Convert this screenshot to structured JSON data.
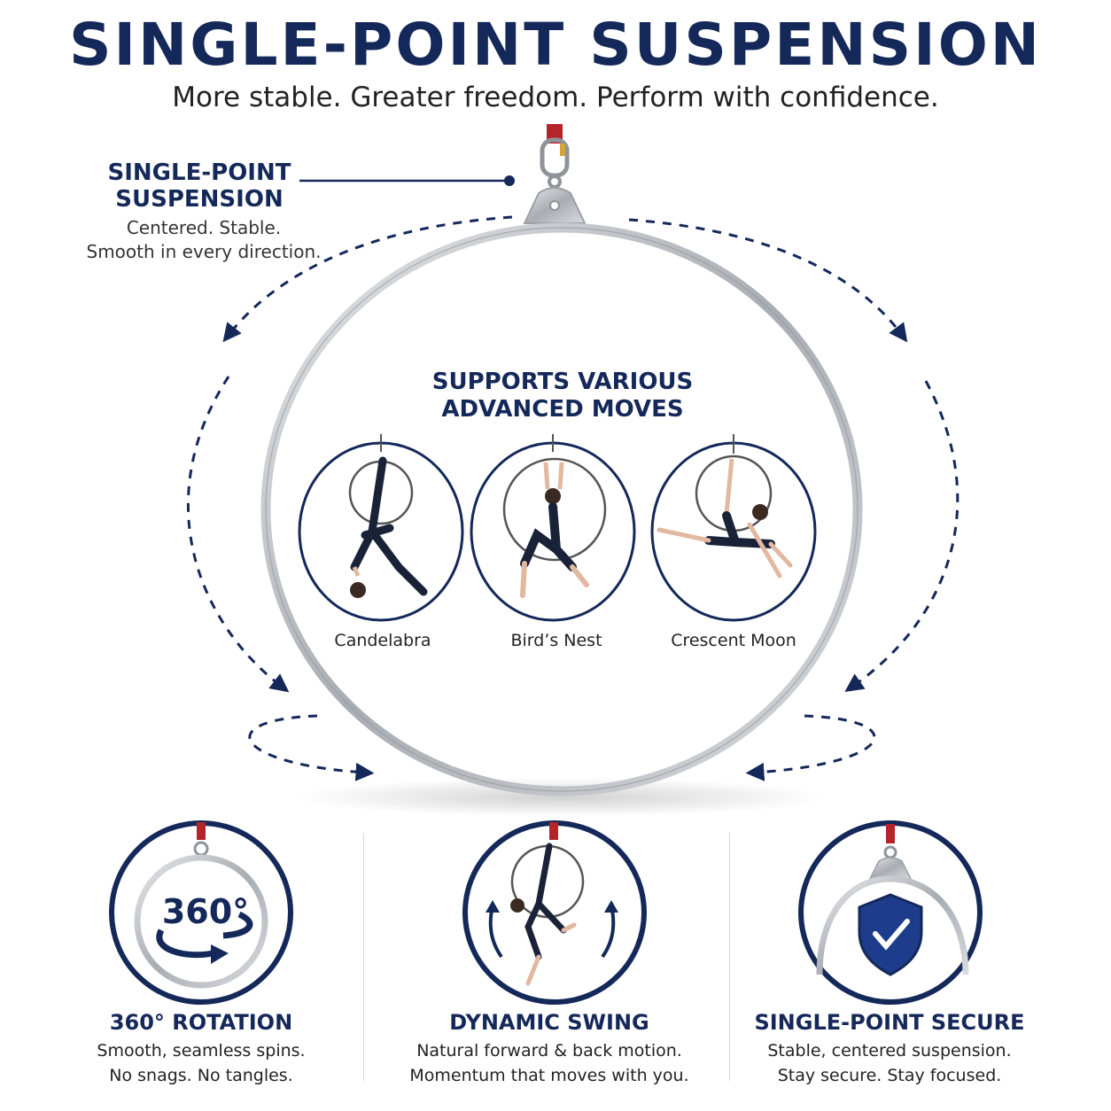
{
  "header": {
    "title": "SINGLE-POINT SUSPENSION",
    "subtitle": "More stable. Greater freedom. Perform with confidence."
  },
  "callout": {
    "heading_line1": "SINGLE-POINT",
    "heading_line2": "SUSPENSION",
    "text_line1": "Centered. Stable.",
    "text_line2": "Smooth in every direction."
  },
  "moves": {
    "heading_line1": "SUPPORTS VARIOUS",
    "heading_line2": "ADVANCED MOVES",
    "items": [
      {
        "label": "Candelabra"
      },
      {
        "label": "Bird’s Nest"
      },
      {
        "label": "Crescent Moon"
      }
    ]
  },
  "features": [
    {
      "title": "360° ROTATION",
      "line1": "Smooth, seamless spins.",
      "line2": "No snags. No tangles.",
      "badge": "360°",
      "icon": "rotation-icon"
    },
    {
      "title": "DYNAMIC SWING",
      "line1": "Natural forward & back motion.",
      "line2": "Momentum that moves with you.",
      "icon": "swing-icon"
    },
    {
      "title": "SINGLE-POINT SECURE",
      "line1": "Stable, centered suspension.",
      "line2": "Stay secure. Stay focused.",
      "icon": "shield-check-icon"
    }
  ],
  "colors": {
    "navy": "#14285a",
    "steel": "#b9bdc2",
    "strap": "#b5232b",
    "dashed": "#14285a"
  }
}
